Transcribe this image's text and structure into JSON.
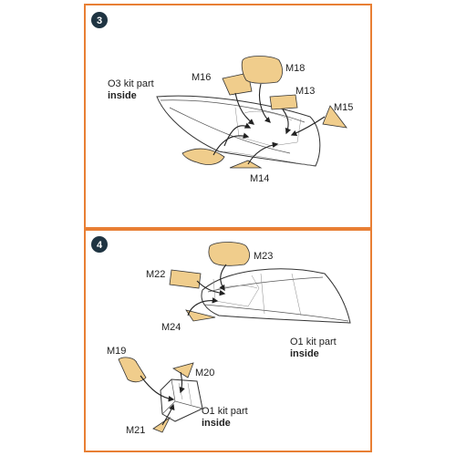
{
  "step3": {
    "number": "3",
    "kit_note_line1": "O3 kit part",
    "kit_note_line2": "inside",
    "parts": [
      "M16",
      "M18",
      "M13",
      "M15",
      "M14"
    ]
  },
  "step4": {
    "number": "4",
    "kit_note_line1": "O1 kit part",
    "kit_note_line2": "inside",
    "kit_note2_line1": "O1 kit part",
    "kit_note2_line2": "inside",
    "parts": [
      "M23",
      "M22",
      "M24",
      "M19",
      "M20",
      "M21"
    ]
  },
  "colors": {
    "frame": "#e87f34",
    "badge": "#1f3442",
    "decal": "#f0cd8c"
  }
}
